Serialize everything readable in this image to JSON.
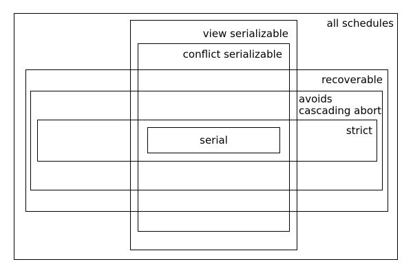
{
  "diagram": {
    "description": "nested-set diagram of schedule classes",
    "colors": {
      "background": "#ffffff",
      "line": "#000000",
      "text": "#000000"
    },
    "labels": {
      "all_schedules": "all schedules",
      "view_serializable": "view serializable",
      "conflict_serializable": "conflict serializable",
      "recoverable": "recoverable",
      "avoids_cascading_abort": "avoids\ncascading abort",
      "strict": "strict",
      "serial": "serial"
    }
  }
}
